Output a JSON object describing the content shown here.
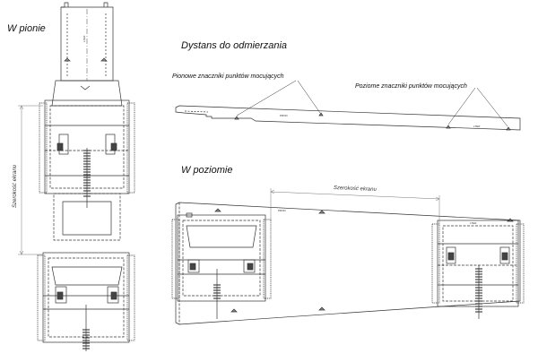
{
  "titles": {
    "vertical": "W pionie",
    "distance": "Dystans do odmierzania",
    "horizontal": "W poziomie"
  },
  "notes": {
    "vertical_marks": "Pionowe znaczniki punktów mocujących",
    "horizontal_marks": "Poziome znaczniki punktów mocujących"
  },
  "dims": {
    "screen_width_v": "Szerokość ekranu",
    "screen_width_h": "Szerokość ekranu"
  },
  "colors": {
    "line": "#333333",
    "spring": "#222222",
    "dim": "#777777"
  }
}
